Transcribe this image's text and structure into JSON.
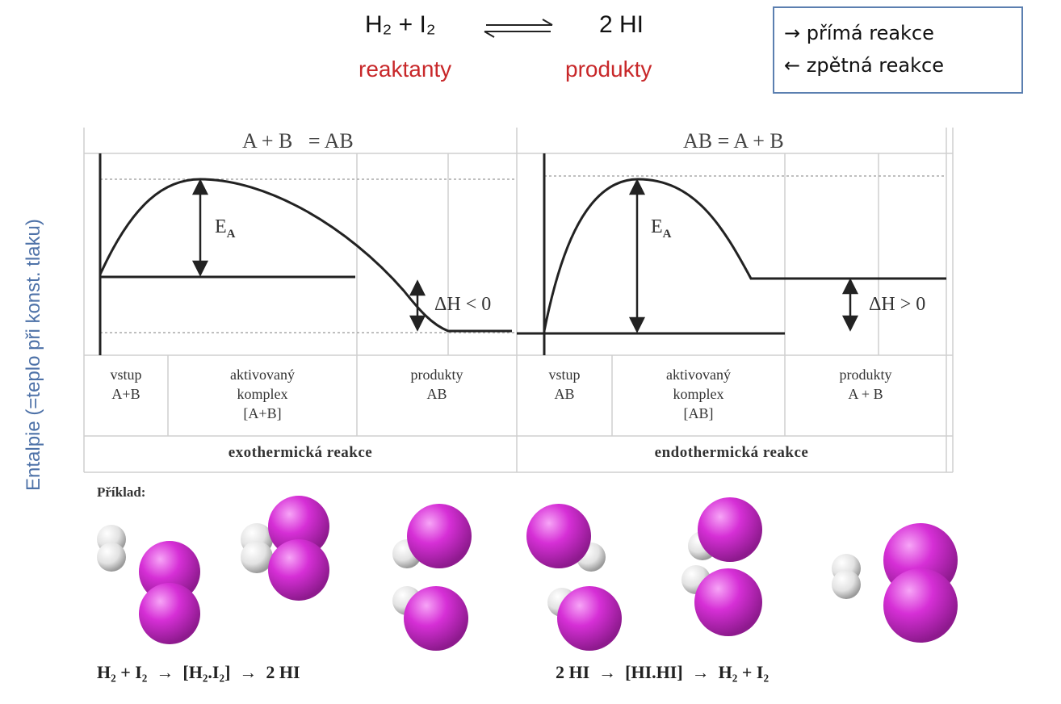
{
  "top_equation": {
    "left": "H₂ + I₂",
    "right": "2 HI",
    "reactants_label": "reaktanty",
    "products_label": "produkty"
  },
  "legend": {
    "forward": "→ přímá reakce",
    "reverse": "← zpětná reakce"
  },
  "y_axis_label": "Entalpie (=teplo při konst. tlaku)",
  "exothermic": {
    "title": "A + B   = AB",
    "ea_label": "E",
    "ea_sub": "A",
    "dh_label": "ΔH < 0",
    "col1": [
      "vstup",
      "A+B"
    ],
    "col2": [
      "aktivovaný",
      "komplex",
      "[A+B]"
    ],
    "col3": [
      "produkty",
      "AB"
    ],
    "footer": "exothermická reakce"
  },
  "endothermic": {
    "title": "AB = A + B",
    "ea_label": "E",
    "ea_sub": "A",
    "dh_label": "ΔH > 0",
    "col1": [
      "vstup",
      "AB"
    ],
    "col2": [
      "aktivovaný",
      "komplex",
      "[AB]"
    ],
    "col3": [
      "produkty",
      "A + B"
    ],
    "footer": "endothermická reakce"
  },
  "example_label": "Příklad:",
  "bottom_equations": {
    "forward": "H₂ + I₂  →  [H₂.I₂]  →  2 HI",
    "reverse": "2 HI  →  [HI.HI]  →  H₂ + I₂"
  },
  "colors": {
    "iodine": "#d62fd6",
    "hydrogen": "#e6e6e6",
    "red_label": "#c8282a",
    "axis_label": "#4e72a8",
    "legend_border": "#5b7fb0"
  }
}
